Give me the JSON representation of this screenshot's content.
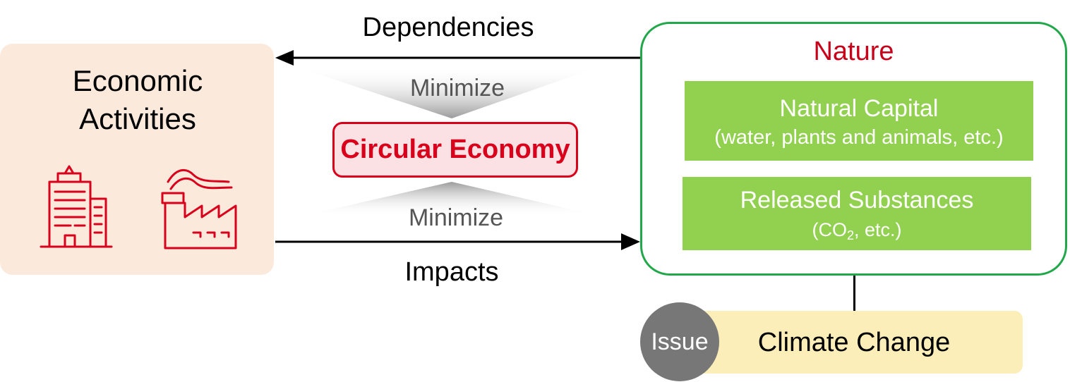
{
  "economic": {
    "title_line1": "Economic",
    "title_line2": "Activities",
    "icons": [
      "building-icon",
      "factory-icon"
    ]
  },
  "arrows": {
    "dependencies": "Dependencies",
    "impacts": "Impacts"
  },
  "center": {
    "minimize_top": "Minimize",
    "minimize_bottom": "Minimize",
    "circular_economy": "Circular Economy"
  },
  "nature": {
    "title": "Nature",
    "capital_title": "Natural Capital",
    "capital_sub": "(water, plants and animals, etc.)",
    "released_title": "Released Substances",
    "released_sub_pre": "(CO",
    "released_sub_subscript": "2",
    "released_sub_post": ", etc.)"
  },
  "issue": {
    "badge": "Issue",
    "label": "Climate Change"
  },
  "colors": {
    "red": "#d9001b",
    "green_border": "#22a84a",
    "green_fill": "#92d050",
    "peach": "#fbe9dc",
    "yellow": "#fbeeb8",
    "gray": "#777777"
  }
}
